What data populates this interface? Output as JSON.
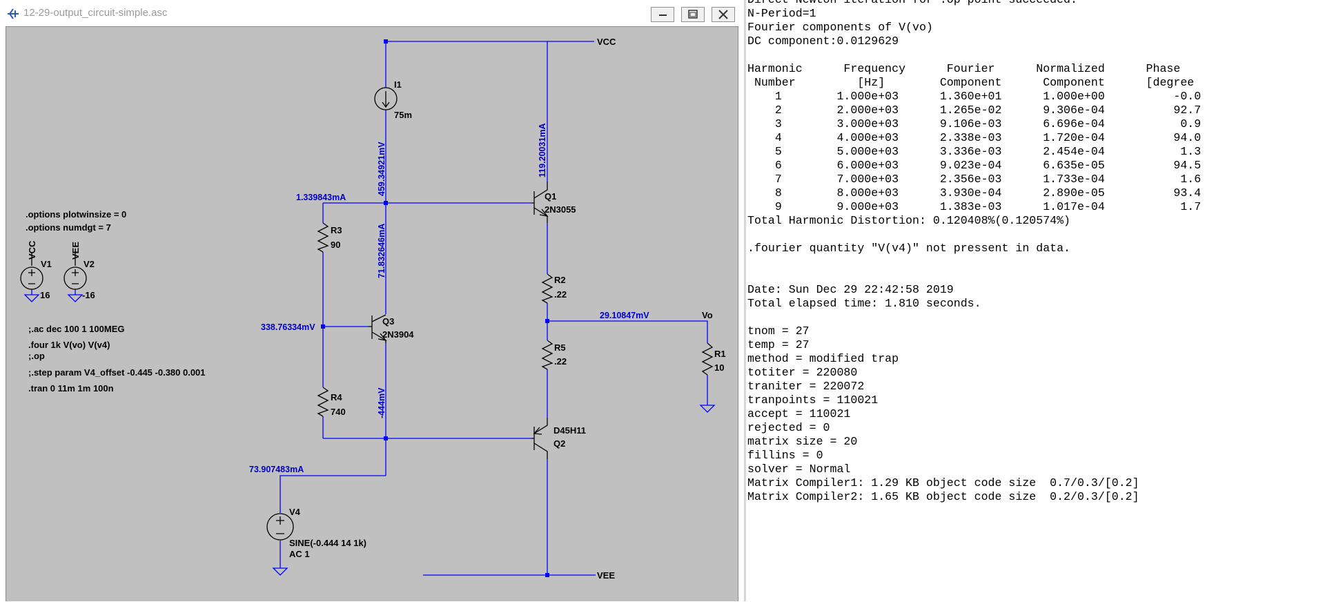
{
  "window": {
    "title": "12-29-output_circuit-simple.asc",
    "icon": "ltspice-app-icon",
    "buttons": {
      "minimize": "minimize-icon",
      "maximize": "maximize-icon",
      "close": "close-icon"
    }
  },
  "colors": {
    "canvas": "#c0c0c0",
    "wire": "#0000ff",
    "node_label": "#0000c8",
    "component": "#000000"
  },
  "schematic": {
    "nets": {
      "vcc": "VCC",
      "vee": "VEE",
      "vo": "Vo"
    },
    "components": {
      "i1": {
        "name": "I1",
        "value": "75m"
      },
      "q1": {
        "name": "Q1",
        "model": "2N3055"
      },
      "q2": {
        "name": "Q2",
        "model": "D45H11"
      },
      "q3": {
        "name": "Q3",
        "model": "2N3904"
      },
      "r1": {
        "name": "R1",
        "value": "10"
      },
      "r2": {
        "name": "R2",
        "value": ".22"
      },
      "r3": {
        "name": "R3",
        "value": "90"
      },
      "r4": {
        "name": "R4",
        "value": "740"
      },
      "r5": {
        "name": "R5",
        "value": ".22"
      },
      "v1": {
        "name": "V1",
        "net": "VCC",
        "value": "16"
      },
      "v2": {
        "name": "V2",
        "net": "VEE",
        "value": "-16"
      },
      "v4": {
        "name": "V4",
        "value": "SINE(-0.444 14 1k)",
        "ac": "AC 1"
      }
    },
    "annotations": {
      "i_q1": "119.20031mA",
      "v_i1": "459.34921mV",
      "i_q3": "71.832646mA",
      "i_r3": "1.339843mA",
      "v_q3b": "338.76334mV",
      "v_q3e": "-444mV",
      "v_vo": "29.10847mV",
      "i_v4": "73.907483mA"
    },
    "directives": [
      ".options plotwinsize = 0",
      ".options numdgt = 7",
      ";.ac dec 100 1 100MEG",
      ".four 1k V(vo) V(v4)",
      ";.op",
      ";.step param V4_offset -0.445 -0.380 0.001",
      ".tran 0 11m 1m 100n"
    ]
  },
  "log": {
    "lines": [
      "Direct Newton iteration for .op point succeeded.",
      "N-Period=1",
      "Fourier components of V(vo)",
      "DC component:0.0129629",
      "",
      "Harmonic      Frequency      Fourier      Normalized      Phase",
      " Number         [Hz]        Component      Component      [degree",
      "    1        1.000e+03      1.360e+01      1.000e+00          -0.0",
      "    2        2.000e+03      1.265e-02      9.306e-04          92.7",
      "    3        3.000e+03      9.106e-03      6.696e-04           0.9",
      "    4        4.000e+03      2.338e-03      1.720e-04          94.0",
      "    5        5.000e+03      3.336e-03      2.454e-04           1.3",
      "    6        6.000e+03      9.023e-04      6.635e-05          94.5",
      "    7        7.000e+03      2.356e-03      1.733e-04           1.6",
      "    8        8.000e+03      3.930e-04      2.890e-05          93.4",
      "    9        9.000e+03      1.383e-03      1.017e-04           1.7",
      "Total Harmonic Distortion: 0.120408%(0.120574%)",
      "",
      ".fourier quantity \"V(v4)\" not pressent in data.",
      "",
      "",
      "Date: Sun Dec 29 22:42:58 2019",
      "Total elapsed time: 1.810 seconds.",
      "",
      "tnom = 27",
      "temp = 27",
      "method = modified trap",
      "totiter = 220080",
      "traniter = 220072",
      "tranpoints = 110021",
      "accept = 110021",
      "rejected = 0",
      "matrix size = 20",
      "fillins = 0",
      "solver = Normal",
      "Matrix Compiler1: 1.29 KB object code size  0.7/0.3/[0.2]",
      "Matrix Compiler2: 1.65 KB object code size  0.2/0.3/[0.2]"
    ]
  }
}
